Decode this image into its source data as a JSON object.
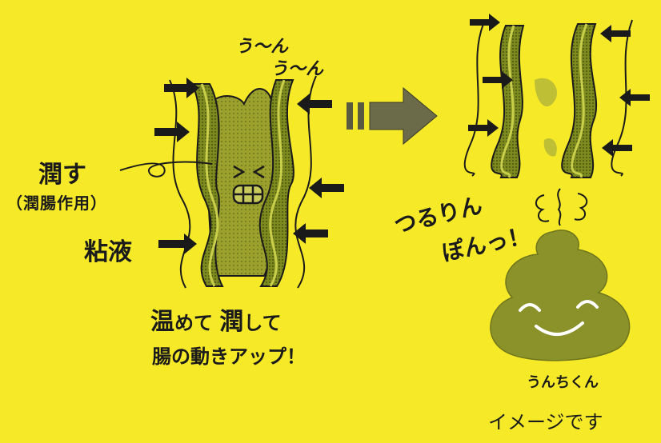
{
  "labels": {
    "uruosu": "潤す",
    "junchou": "（潤腸作用）",
    "nenneki": "粘液",
    "uun_1": "う〜ん",
    "uun_2": "う〜ん",
    "tsururin": "つるりん",
    "ponnt": "ぽんっ！",
    "caption_a_em": "温",
    "caption_a_1": "めて ",
    "caption_a_em2": "潤",
    "caption_a_2": "して",
    "caption_b": "腸の動きアップ！",
    "character_name": "うんちくん",
    "image_note": "イメージです"
  },
  "colors": {
    "background": "#f6ea28",
    "ink": "#1a1a1a",
    "intestine_wall": "#5b6a18",
    "intestine_light": "#9aa52a",
    "stool": "#8c922a",
    "stool_light": "#a8ad3a"
  },
  "icons": {
    "arrow": "arrow-right-icon",
    "big_arrow": "double-line-arrow-icon",
    "gas": "gas-puff-icon"
  }
}
